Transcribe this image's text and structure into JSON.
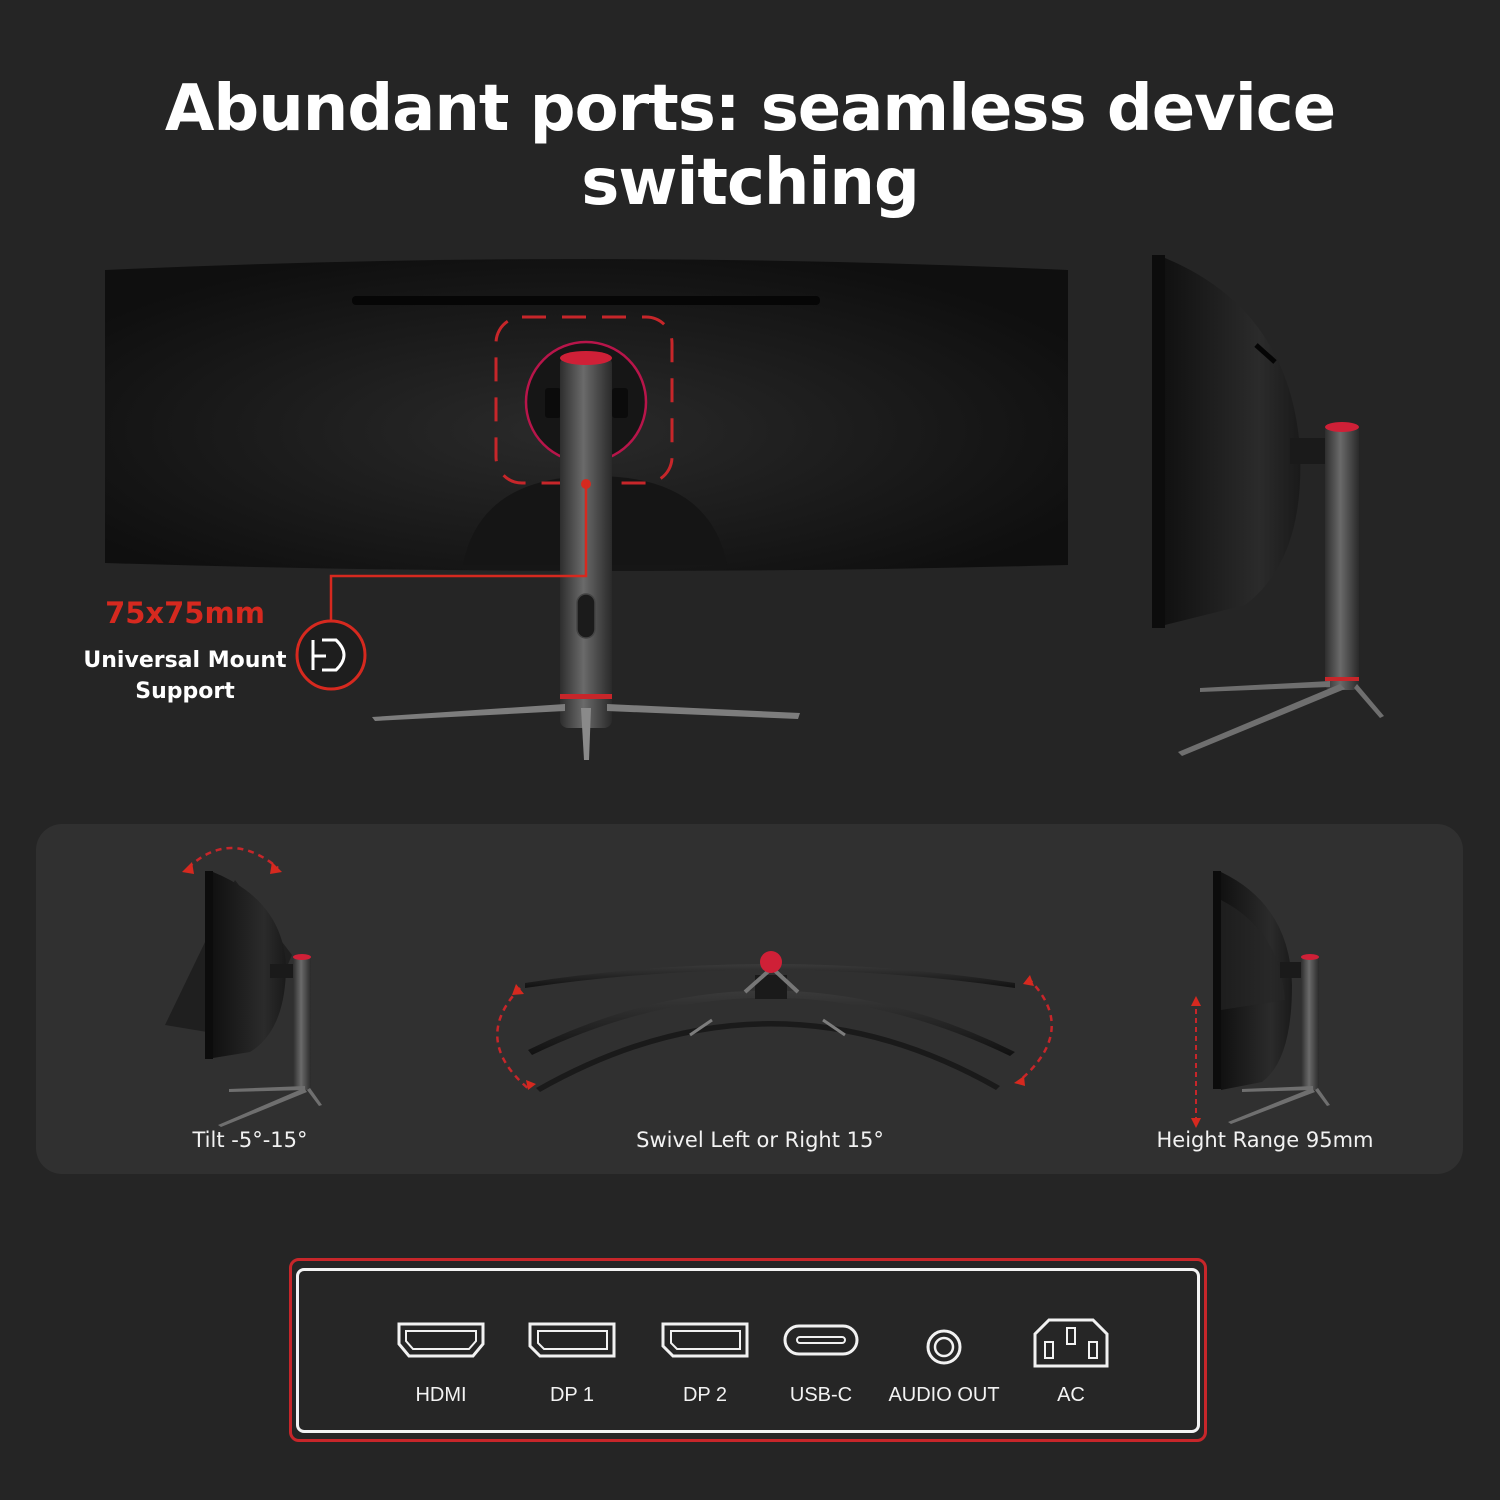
{
  "headline": "Abundant ports: seamless device switching",
  "mount": {
    "size": "75x75mm",
    "label_line1": "Universal Mount",
    "label_line2": "Support",
    "icon": "vesa-mount-icon"
  },
  "adjustments": [
    {
      "label": "Tilt -5°-15°",
      "icon": "tilt-arc-icon"
    },
    {
      "label": "Swivel Left or Right 15°",
      "icon": "swivel-arc-icon"
    },
    {
      "label": "Height Range 95mm",
      "icon": "height-arrow-icon"
    }
  ],
  "ports": [
    {
      "label": "HDMI",
      "icon": "hdmi-port-icon"
    },
    {
      "label": "DP 1",
      "icon": "displayport-icon"
    },
    {
      "label": "DP 2",
      "icon": "displayport-icon"
    },
    {
      "label": "USB-C",
      "icon": "usb-c-port-icon"
    },
    {
      "label": "AUDIO OUT",
      "icon": "audio-jack-icon"
    },
    {
      "label": "AC",
      "icon": "ac-power-icon"
    }
  ],
  "colors": {
    "background": "#252525",
    "accent_red": "#d6291f",
    "panel": "#303030"
  }
}
